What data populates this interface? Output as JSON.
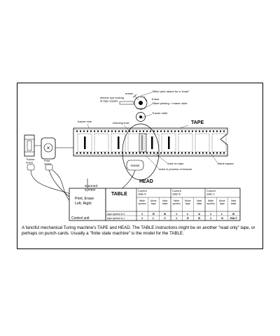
{
  "labels": {
    "eraser": "eraser",
    "electric_eye": "electric eye looking\nat tape square",
    "offset_print": "Offset print raised for a \"mark\"",
    "erase": "Erase",
    "offset_printing": "Offset printing + eraser roller",
    "tractor_roller": "Tractor roller",
    "tractor_hole": "tractor hole",
    "indexing_hole": "indexing hole",
    "tape": "TAPE",
    "mark_on_tape": "mark on tape",
    "mark_erasure": "mark in process of erasure",
    "blank_square": "blank square",
    "motors": "motors",
    "head": "HEAD",
    "tractor_motor": "Tractor\nmotor",
    "print_motor": "Print\nmotor"
  },
  "control": {
    "scanned_symbol": "scanned\nsymbol",
    "print_erase": "Print, Erase",
    "left_right": "Left, Right",
    "control_unit": "Control unit"
  },
  "table": {
    "title": "TABLE",
    "states": [
      "Current\nstate A",
      "Current\nstate B",
      "Current\nstate C"
    ],
    "subheaders": [
      "Write\nsymbol",
      "Move\ntape",
      "Next\nstate"
    ],
    "row_labels": [
      "tape symbol is 0",
      "tape symbol is 1"
    ],
    "rows": [
      [
        "1",
        "R",
        "B",
        "1",
        "L",
        "A",
        "1",
        "L",
        "B"
      ],
      [
        "1",
        "L",
        "C",
        "1",
        "R",
        "B",
        "1",
        "N",
        "HALT"
      ]
    ]
  },
  "caption": "A fanciful mechanical Turing machine's TAPE and HEAD. The TABLE instructions might be on another \"read only\" tape, or perhaps on punch-cards. Usually a \"finite state machine\" is the model for the TABLE."
}
